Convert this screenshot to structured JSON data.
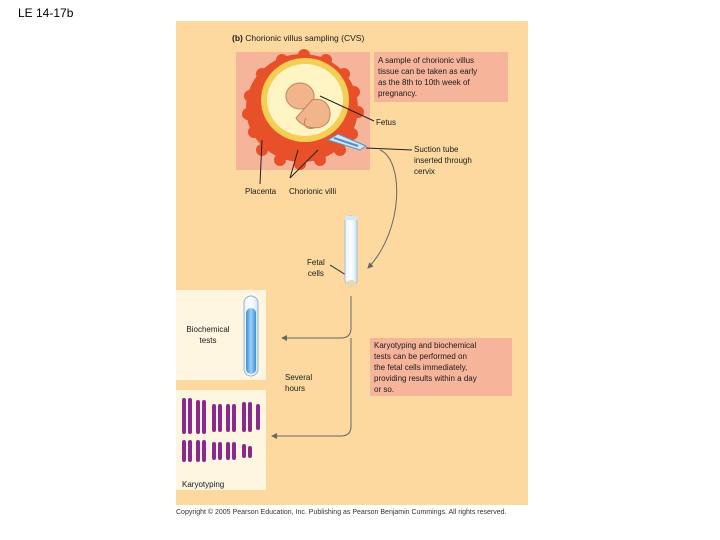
{
  "slide_label": "LE 14-17b",
  "panel": {
    "title_letter": "(b)",
    "title": "Chorionic villus sampling (CVS)"
  },
  "callouts": {
    "sample_lines": [
      "A sample of chorionic villus",
      "tissue can be taken as early",
      "as the 8th to 10th week of",
      "pregnancy."
    ],
    "fetus": "Fetus",
    "suction_lines": [
      "Suction tube",
      "inserted through",
      "cervix"
    ],
    "placenta": "Placenta",
    "chorionic_villi": "Chorionic villi",
    "fetal_cells_lines": [
      "Fetal",
      "cells"
    ],
    "biochemical_lines": [
      "Biochemical",
      "tests"
    ],
    "several_hours_lines": [
      "Several",
      "hours"
    ],
    "karyotyping_note_lines": [
      "Karyotyping and biochemical",
      "tests can be performed on",
      "the fetal cells immediately,",
      "providing results within a day",
      "or so."
    ],
    "karyotyping": "Karyotyping"
  },
  "copyright": "Copyright © 2005 Pearson Education, Inc. Publishing as Pearson Benjamin Cummings. All rights reserved.",
  "colors": {
    "panel_bg": "#fdd9a0",
    "callout_bg": "#f6b59a",
    "villi": "#e8502a",
    "chromosome": "#8a2a8e"
  }
}
